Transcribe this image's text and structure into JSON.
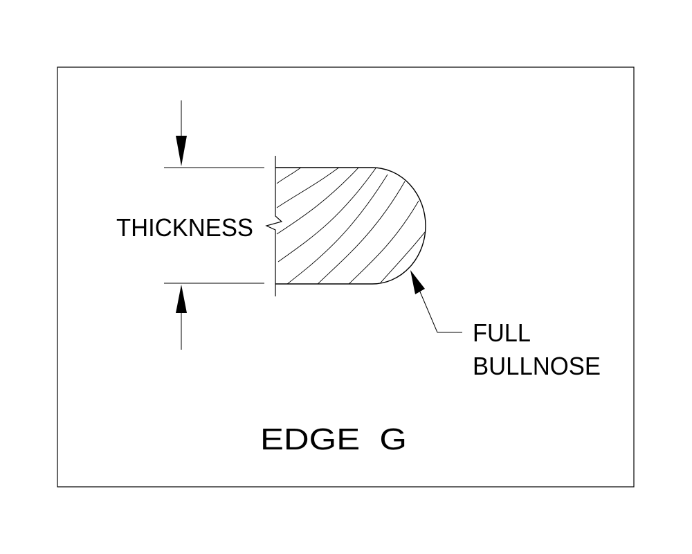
{
  "labels": {
    "thickness": "THICKNESS",
    "callout_line1": "FULL",
    "callout_line2": "BULLNOSE",
    "title": "EDGE  G"
  },
  "colors": {
    "line": "#000000",
    "background": "#ffffff"
  }
}
